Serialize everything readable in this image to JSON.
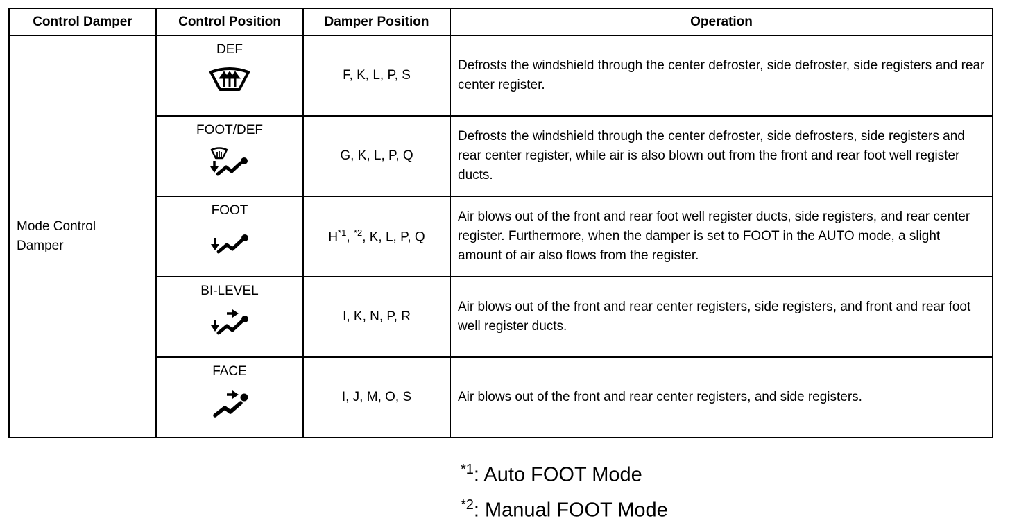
{
  "headers": {
    "control_damper": "Control Damper",
    "control_position": "Control Position",
    "damper_position": "Damper Position",
    "operation": "Operation"
  },
  "group": {
    "line1": "Mode Control",
    "line2": "Damper"
  },
  "rows": [
    {
      "position": "DEF",
      "icon": "defrost-icon",
      "damper": "F, K, L, P, S",
      "operation": "Defrosts the windshield through the center defroster, side defroster, side registers and rear center register."
    },
    {
      "position": "FOOT/DEF",
      "icon": "foot-defrost-icon",
      "damper": "G, K, L, P, Q",
      "operation": "Defrosts the windshield through the center defroster, side defrosters, side registers and rear center register, while air is also blown out from the front and rear foot well register ducts."
    },
    {
      "position": "FOOT",
      "icon": "foot-icon",
      "damper_prefix": "H",
      "damper_sup1": "*1",
      "damper_sep": ", ",
      "damper_sup2": "*2",
      "damper_rest": ", K, L, P, Q",
      "operation": "Air blows out of the front and rear foot well register ducts, side registers, and rear center register. Furthermore, when the damper is set to FOOT in the AUTO mode, a slight amount of air also flows from the register."
    },
    {
      "position": "BI-LEVEL",
      "icon": "bi-level-icon",
      "damper": "I, K, N, P, R",
      "operation": "Air blows out of the front and rear center registers, side registers, and front and rear foot well register ducts."
    },
    {
      "position": "FACE",
      "icon": "face-icon",
      "damper": "I, J, M, O, S",
      "operation": "Air blows out of the front and rear center registers, and side registers."
    }
  ],
  "notes": [
    {
      "mark": "*1",
      "text": ": Auto FOOT Mode"
    },
    {
      "mark": "*2",
      "text": ": Manual FOOT Mode"
    }
  ]
}
